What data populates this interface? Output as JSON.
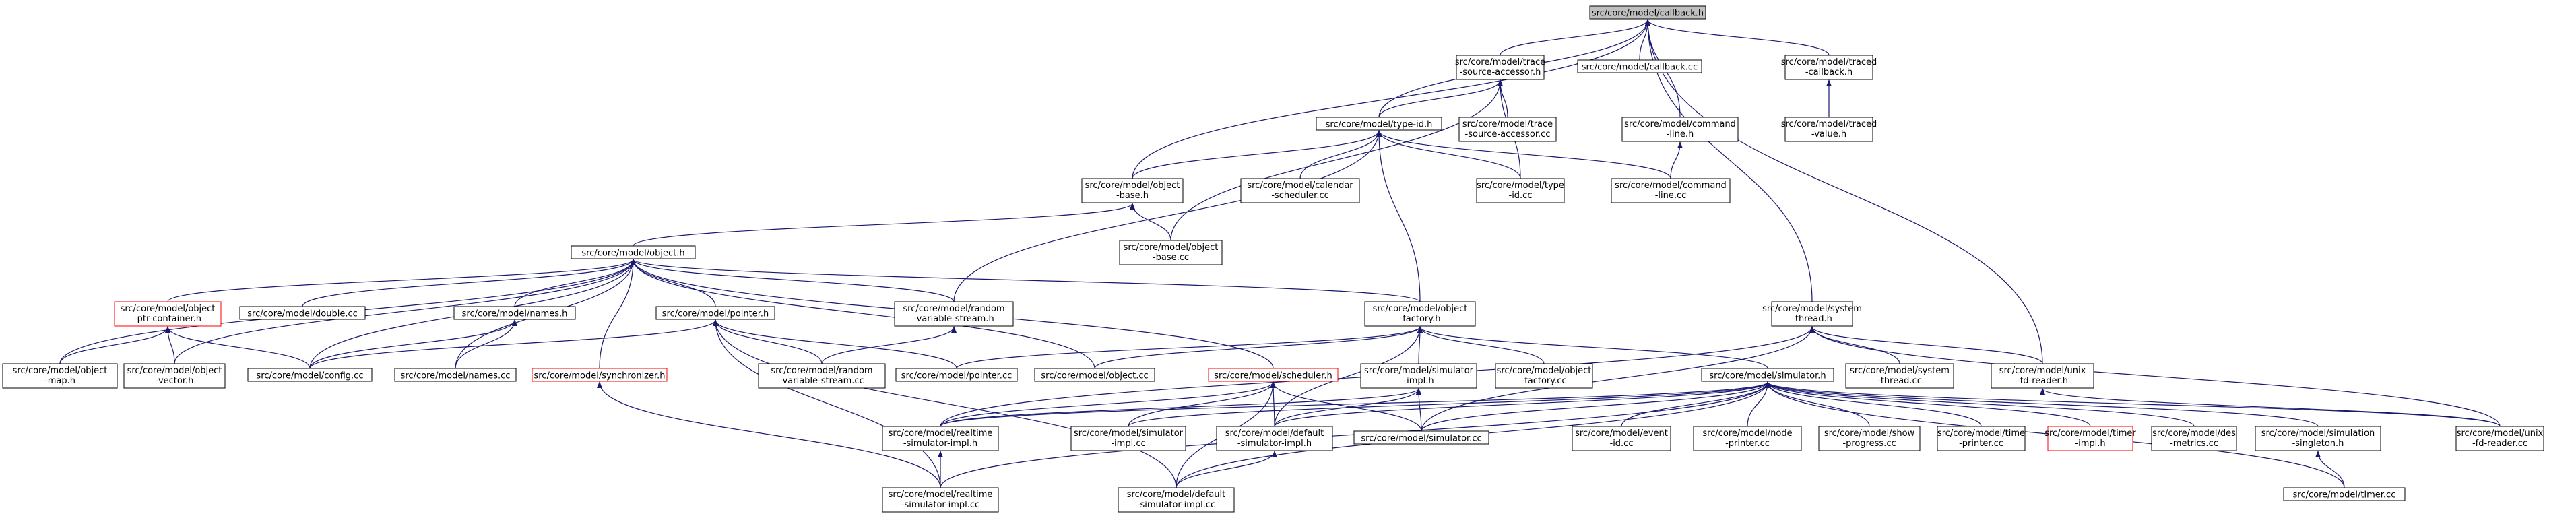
{
  "colors": {
    "edge": "#191970",
    "node_border": "#000000",
    "missing_border": "#ff0000",
    "focus_fill": "#bfbfbf",
    "background": "#ffffff"
  },
  "nodes": [
    {
      "id": "callback_h",
      "lines": [
        "src/core/model/callback.h"
      ],
      "focus": true
    },
    {
      "id": "trace_sa_h",
      "lines": [
        "src/core/model/trace",
        "-source-accessor.h"
      ]
    },
    {
      "id": "callback_cc",
      "lines": [
        "src/core/model/callback.cc"
      ]
    },
    {
      "id": "traced_callback_h",
      "lines": [
        "src/core/model/traced",
        "-callback.h"
      ]
    },
    {
      "id": "type_id_h",
      "lines": [
        "src/core/model/type-id.h"
      ]
    },
    {
      "id": "trace_sa_cc",
      "lines": [
        "src/core/model/trace",
        "-source-accessor.cc"
      ]
    },
    {
      "id": "command_line_h",
      "lines": [
        "src/core/model/command",
        "-line.h"
      ]
    },
    {
      "id": "traced_value_h",
      "lines": [
        "src/core/model/traced",
        "-value.h"
      ]
    },
    {
      "id": "object_base_h",
      "lines": [
        "src/core/model/object",
        "-base.h"
      ]
    },
    {
      "id": "calendar_cc",
      "lines": [
        "src/core/model/calendar",
        "-scheduler.cc"
      ]
    },
    {
      "id": "type_id_cc",
      "lines": [
        "src/core/model/type",
        "-id.cc"
      ]
    },
    {
      "id": "command_line_cc",
      "lines": [
        "src/core/model/command",
        "-line.cc"
      ]
    },
    {
      "id": "object_base_cc",
      "lines": [
        "src/core/model/object",
        "-base.cc"
      ]
    },
    {
      "id": "object_h",
      "lines": [
        "src/core/model/object.h"
      ]
    },
    {
      "id": "ptr_container_h",
      "lines": [
        "src/core/model/object",
        "-ptr-container.h"
      ],
      "missing": true
    },
    {
      "id": "double_cc",
      "lines": [
        "src/core/model/double.cc"
      ]
    },
    {
      "id": "names_h",
      "lines": [
        "src/core/model/names.h"
      ]
    },
    {
      "id": "pointer_h",
      "lines": [
        "src/core/model/pointer.h"
      ]
    },
    {
      "id": "random_stream_h",
      "lines": [
        "src/core/model/random",
        "-variable-stream.h"
      ]
    },
    {
      "id": "object_factory_h",
      "lines": [
        "src/core/model/object",
        "-factory.h"
      ]
    },
    {
      "id": "system_thread_h",
      "lines": [
        "src/core/model/system",
        "-thread.h"
      ]
    },
    {
      "id": "object_map_h",
      "lines": [
        "src/core/model/object",
        "-map.h"
      ]
    },
    {
      "id": "object_vector_h",
      "lines": [
        "src/core/model/object",
        "-vector.h"
      ]
    },
    {
      "id": "config_cc",
      "lines": [
        "src/core/model/config.cc"
      ]
    },
    {
      "id": "names_cc",
      "lines": [
        "src/core/model/names.cc"
      ]
    },
    {
      "id": "synchronizer_h",
      "lines": [
        "src/core/model/synchronizer.h"
      ],
      "missing": true
    },
    {
      "id": "random_stream_cc",
      "lines": [
        "src/core/model/random",
        "-variable-stream.cc"
      ]
    },
    {
      "id": "pointer_cc",
      "lines": [
        "src/core/model/pointer.cc"
      ]
    },
    {
      "id": "object_cc",
      "lines": [
        "src/core/model/object.cc"
      ]
    },
    {
      "id": "scheduler_h",
      "lines": [
        "src/core/model/scheduler.h"
      ],
      "missing": true
    },
    {
      "id": "simulator_impl_h",
      "lines": [
        "src/core/model/simulator",
        "-impl.h"
      ]
    },
    {
      "id": "object_factory_cc",
      "lines": [
        "src/core/model/object",
        "-factory.cc"
      ]
    },
    {
      "id": "simulator_h",
      "lines": [
        "src/core/model/simulator.h"
      ]
    },
    {
      "id": "system_thread_cc",
      "lines": [
        "src/core/model/system",
        "-thread.cc"
      ]
    },
    {
      "id": "unix_fd_reader_h",
      "lines": [
        "src/core/model/unix",
        "-fd-reader.h"
      ]
    },
    {
      "id": "rt_sim_impl_h",
      "lines": [
        "src/core/model/realtime",
        "-simulator-impl.h"
      ]
    },
    {
      "id": "simulator_impl_cc",
      "lines": [
        "src/core/model/simulator",
        "-impl.cc"
      ]
    },
    {
      "id": "default_sim_impl_h",
      "lines": [
        "src/core/model/default",
        "-simulator-impl.h"
      ]
    },
    {
      "id": "simulator_cc",
      "lines": [
        "src/core/model/simulator.cc"
      ]
    },
    {
      "id": "event_id_cc",
      "lines": [
        "src/core/model/event",
        "-id.cc"
      ]
    },
    {
      "id": "node_printer_cc",
      "lines": [
        "src/core/model/node",
        "-printer.cc"
      ]
    },
    {
      "id": "show_progress_cc",
      "lines": [
        "src/core/model/show",
        "-progress.cc"
      ]
    },
    {
      "id": "time_printer_cc",
      "lines": [
        "src/core/model/time",
        "-printer.cc"
      ]
    },
    {
      "id": "timer_impl_h",
      "lines": [
        "src/core/model/timer",
        "-impl.h"
      ],
      "missing": true
    },
    {
      "id": "des_metrics_cc",
      "lines": [
        "src/core/model/des",
        "-metrics.cc"
      ]
    },
    {
      "id": "sim_singleton_h",
      "lines": [
        "src/core/model/simulation",
        "-singleton.h"
      ]
    },
    {
      "id": "unix_fd_reader_cc",
      "lines": [
        "src/core/model/unix",
        "-fd-reader.cc"
      ]
    },
    {
      "id": "rt_sim_impl_cc",
      "lines": [
        "src/core/model/realtime",
        "-simulator-impl.cc"
      ]
    },
    {
      "id": "default_sim_impl_cc",
      "lines": [
        "src/core/model/default",
        "-simulator-impl.cc"
      ]
    },
    {
      "id": "timer_cc",
      "lines": [
        "src/core/model/timer.cc"
      ]
    }
  ],
  "edges": [
    [
      "callback_h",
      "trace_sa_h"
    ],
    [
      "callback_h",
      "callback_cc"
    ],
    [
      "callback_h",
      "traced_callback_h"
    ],
    [
      "callback_h",
      "type_id_h"
    ],
    [
      "callback_h",
      "command_line_h"
    ],
    [
      "callback_h",
      "object_base_h"
    ],
    [
      "callback_h",
      "system_thread_h"
    ],
    [
      "callback_h",
      "unix_fd_reader_h"
    ],
    [
      "trace_sa_h",
      "type_id_h"
    ],
    [
      "trace_sa_h",
      "trace_sa_cc"
    ],
    [
      "trace_sa_h",
      "object_base_cc"
    ],
    [
      "trace_sa_h",
      "type_id_cc"
    ],
    [
      "traced_callback_h",
      "traced_value_h"
    ],
    [
      "command_line_h",
      "command_line_cc"
    ],
    [
      "type_id_h",
      "object_base_h"
    ],
    [
      "type_id_h",
      "calendar_cc"
    ],
    [
      "type_id_h",
      "type_id_cc"
    ],
    [
      "type_id_h",
      "command_line_cc"
    ],
    [
      "type_id_h",
      "object_factory_h"
    ],
    [
      "type_id_h",
      "random_stream_h"
    ],
    [
      "object_base_h",
      "object_base_cc"
    ],
    [
      "object_base_h",
      "object_h"
    ],
    [
      "object_h",
      "ptr_container_h"
    ],
    [
      "object_h",
      "double_cc"
    ],
    [
      "object_h",
      "names_h"
    ],
    [
      "object_h",
      "pointer_h"
    ],
    [
      "object_h",
      "random_stream_h"
    ],
    [
      "object_h",
      "object_factory_h"
    ],
    [
      "object_h",
      "object_map_h"
    ],
    [
      "object_h",
      "object_vector_h"
    ],
    [
      "object_h",
      "config_cc"
    ],
    [
      "object_h",
      "names_cc"
    ],
    [
      "object_h",
      "synchronizer_h"
    ],
    [
      "object_h",
      "object_cc"
    ],
    [
      "object_h",
      "scheduler_h"
    ],
    [
      "ptr_container_h",
      "object_map_h"
    ],
    [
      "ptr_container_h",
      "object_vector_h"
    ],
    [
      "ptr_container_h",
      "config_cc"
    ],
    [
      "names_h",
      "config_cc"
    ],
    [
      "names_h",
      "names_cc"
    ],
    [
      "pointer_h",
      "config_cc"
    ],
    [
      "pointer_h",
      "pointer_cc"
    ],
    [
      "pointer_h",
      "random_stream_cc"
    ],
    [
      "pointer_h",
      "rt_sim_impl_cc"
    ],
    [
      "pointer_h",
      "default_sim_impl_cc"
    ],
    [
      "random_stream_h",
      "random_stream_cc"
    ],
    [
      "object_factory_h",
      "pointer_cc"
    ],
    [
      "object_factory_h",
      "object_cc"
    ],
    [
      "object_factory_h",
      "simulator_impl_h"
    ],
    [
      "object_factory_h",
      "object_factory_cc"
    ],
    [
      "object_factory_h",
      "simulator_h"
    ],
    [
      "object_factory_h",
      "default_sim_impl_h"
    ],
    [
      "system_thread_h",
      "system_thread_cc"
    ],
    [
      "system_thread_h",
      "unix_fd_reader_h"
    ],
    [
      "system_thread_h",
      "rt_sim_impl_h"
    ],
    [
      "system_thread_h",
      "simulator_cc"
    ],
    [
      "system_thread_h",
      "unix_fd_reader_cc"
    ],
    [
      "unix_fd_reader_h",
      "unix_fd_reader_cc"
    ],
    [
      "synchronizer_h",
      "rt_sim_impl_cc"
    ],
    [
      "scheduler_h",
      "rt_sim_impl_h"
    ],
    [
      "scheduler_h",
      "simulator_impl_cc"
    ],
    [
      "scheduler_h",
      "default_sim_impl_h"
    ],
    [
      "scheduler_h",
      "simulator_cc"
    ],
    [
      "scheduler_h",
      "default_sim_impl_cc"
    ],
    [
      "simulator_impl_h",
      "rt_sim_impl_h"
    ],
    [
      "simulator_impl_h",
      "default_sim_impl_h"
    ],
    [
      "simulator_impl_h",
      "simulator_cc"
    ],
    [
      "simulator_h",
      "rt_sim_impl_h"
    ],
    [
      "simulator_h",
      "simulator_impl_cc"
    ],
    [
      "simulator_h",
      "default_sim_impl_h"
    ],
    [
      "simulator_h",
      "simulator_cc"
    ],
    [
      "simulator_h",
      "event_id_cc"
    ],
    [
      "simulator_h",
      "node_printer_cc"
    ],
    [
      "simulator_h",
      "show_progress_cc"
    ],
    [
      "simulator_h",
      "time_printer_cc"
    ],
    [
      "simulator_h",
      "timer_impl_h"
    ],
    [
      "simulator_h",
      "des_metrics_cc"
    ],
    [
      "simulator_h",
      "sim_singleton_h"
    ],
    [
      "simulator_h",
      "unix_fd_reader_cc"
    ],
    [
      "simulator_h",
      "rt_sim_impl_cc"
    ],
    [
      "simulator_h",
      "default_sim_impl_cc"
    ],
    [
      "simulator_h",
      "timer_cc"
    ],
    [
      "sim_singleton_h",
      "timer_cc"
    ],
    [
      "rt_sim_impl_h",
      "rt_sim_impl_cc"
    ],
    [
      "default_sim_impl_h",
      "default_sim_impl_cc"
    ]
  ]
}
